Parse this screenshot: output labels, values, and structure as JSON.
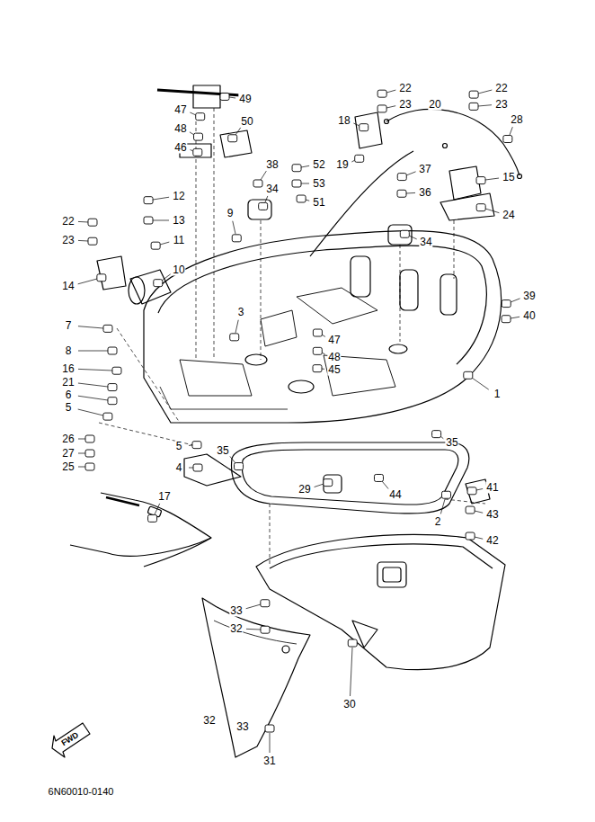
{
  "diagram": {
    "labels": [
      "49",
      "47",
      "48",
      "46",
      "50",
      "22",
      "23",
      "20",
      "22",
      "23",
      "28",
      "18",
      "19",
      "38",
      "52",
      "53",
      "51",
      "34",
      "37",
      "36",
      "15",
      "24",
      "12",
      "13",
      "11",
      "9",
      "34",
      "22",
      "23",
      "14",
      "10",
      "39",
      "40",
      "7",
      "3",
      "47",
      "48",
      "45",
      "8",
      "16",
      "1",
      "21",
      "6",
      "5",
      "26",
      "27",
      "25",
      "5",
      "35",
      "35",
      "4",
      "29",
      "44",
      "41",
      "2",
      "43",
      "42",
      "17",
      "33",
      "32",
      "30",
      "31",
      "33",
      "32",
      "6N60010-0140",
      "FWD"
    ]
  }
}
